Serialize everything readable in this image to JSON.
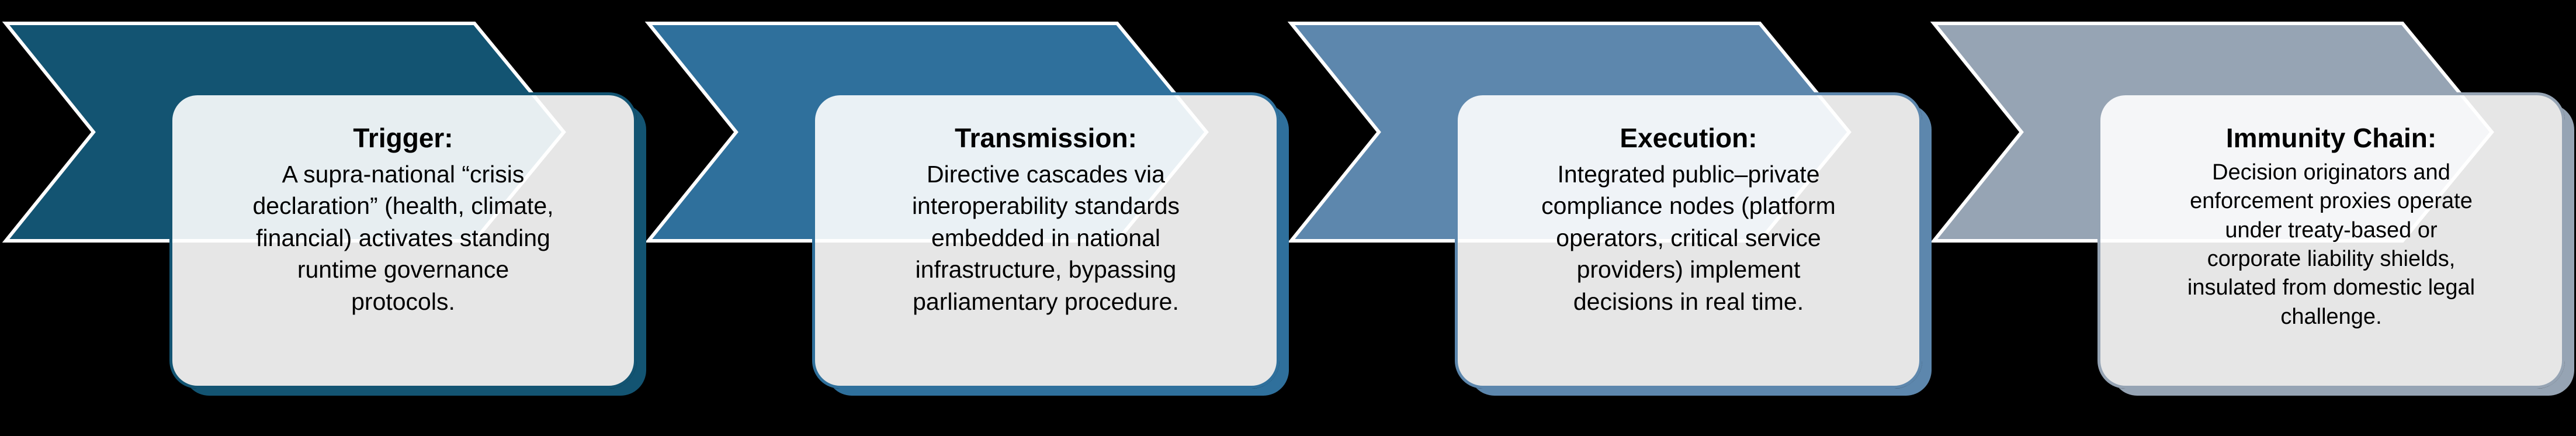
{
  "background_color": "#000000",
  "diagram": {
    "type": "chevron-process-flow",
    "steps": [
      {
        "title": "Trigger:",
        "body_lines": [
          "A supra-national “crisis",
          "declaration” (health, climate,",
          "financial) activates standing",
          "runtime governance",
          "protocols."
        ],
        "accent_color": "#135472"
      },
      {
        "title": "Transmission:",
        "body_lines": [
          "Directive cascades via",
          "interoperability standards",
          "embedded in national",
          "infrastructure, bypassing",
          "parliamentary procedure."
        ],
        "accent_color": "#2F709C"
      },
      {
        "title": "Execution:",
        "body_lines": [
          "Integrated public–private",
          "compliance nodes (platform",
          "operators, critical service",
          "providers) implement",
          "decisions in real time."
        ],
        "accent_color": "#5D87AD"
      },
      {
        "title": "Immunity Chain:",
        "body_lines": [
          "Decision originators and",
          "enforcement proxies operate",
          "under treaty-based or",
          "corporate liability shields,",
          "insulated from domestic legal",
          "challenge."
        ],
        "accent_color": "#96A4B4"
      }
    ]
  }
}
